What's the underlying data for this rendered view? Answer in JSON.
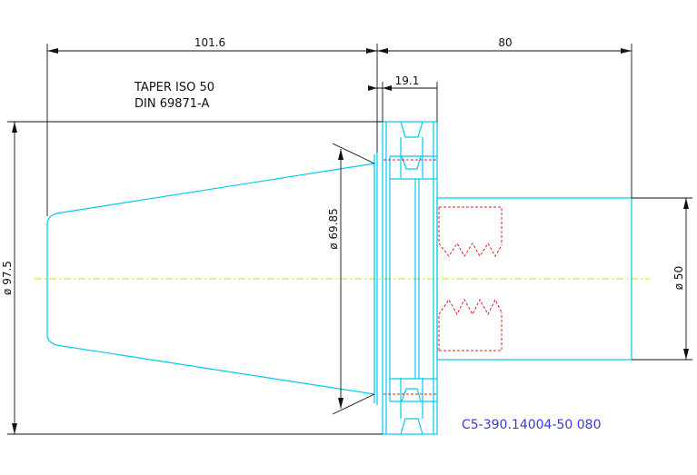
{
  "dimensions": {
    "taper_length": "101.6",
    "shank_length": "80",
    "flange_width": "19.1",
    "gauge_diameter": "ø 69.85",
    "outer_diameter": "ø 97.5",
    "shank_diameter": "ø 50"
  },
  "notes": {
    "taper_line1": "TAPER ISO 50",
    "taper_line2": "DIN 69871-A"
  },
  "part_number": "C5-390.14004-50 080",
  "colors": {
    "outline": "#00ccee",
    "dimension": "#111111",
    "thread": "#e02020",
    "centerline": "#e8d700",
    "part_number": "#3a3ad8"
  }
}
